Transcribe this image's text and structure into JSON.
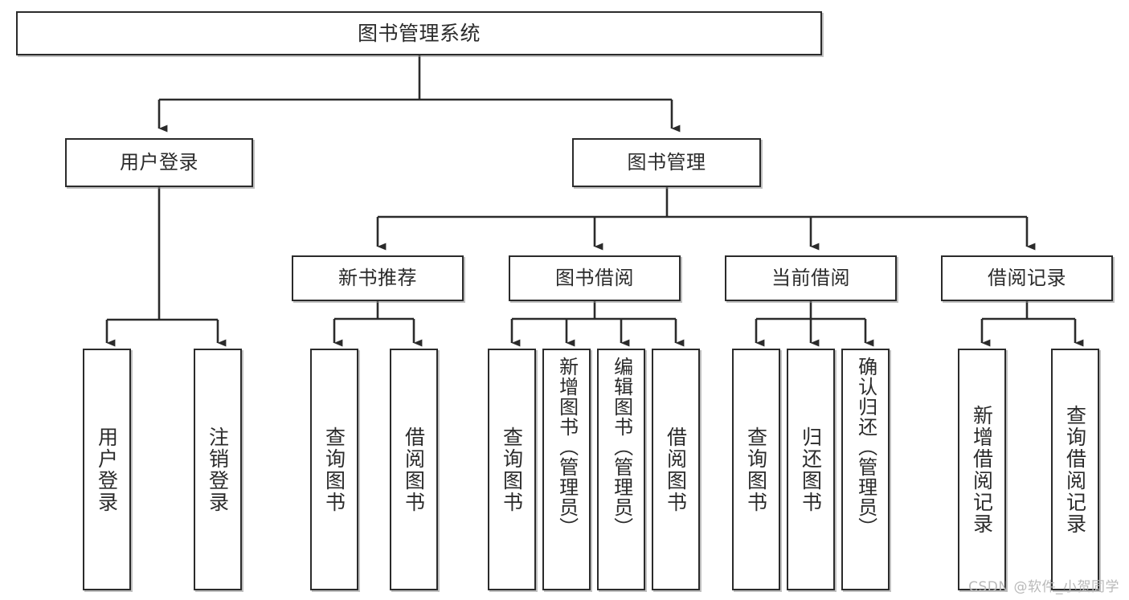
{
  "diagram": {
    "title": "图书管理系统",
    "type": "hierarchy-tree",
    "levels": 4,
    "colors": {
      "box_border": "#2b2b2b",
      "box_fill": "#ffffff",
      "connector": "#2b2b2b",
      "text": "#2b2b2b",
      "watermark": "#b9b9b9"
    },
    "root": {
      "label": "图书管理系统",
      "orientation": "horizontal"
    },
    "level2": [
      {
        "label": "用户登录",
        "orientation": "horizontal"
      },
      {
        "label": "图书管理",
        "orientation": "horizontal"
      }
    ],
    "level3": [
      {
        "label": "新书推荐",
        "orientation": "horizontal",
        "parent": "图书管理"
      },
      {
        "label": "图书借阅",
        "orientation": "horizontal",
        "parent": "图书管理"
      },
      {
        "label": "当前借阅",
        "orientation": "horizontal",
        "parent": "图书管理"
      },
      {
        "label": "借阅记录",
        "orientation": "horizontal",
        "parent": "图书管理"
      }
    ],
    "leaves": {
      "user_login": [
        {
          "label": "用户登录",
          "orientation": "vertical"
        },
        {
          "label": "注销登录",
          "orientation": "vertical"
        }
      ],
      "new_book_recommend": [
        {
          "label": "查询图书",
          "orientation": "vertical"
        },
        {
          "label": "借阅图书",
          "orientation": "vertical"
        }
      ],
      "book_borrow": [
        {
          "label": "查询图书",
          "orientation": "vertical"
        },
        {
          "label": "新增图书（管理员）",
          "orientation": "vertical"
        },
        {
          "label": "编辑图书（管理员）",
          "orientation": "vertical"
        },
        {
          "label": "借阅图书",
          "orientation": "vertical"
        }
      ],
      "current_borrow": [
        {
          "label": "查询图书",
          "orientation": "vertical"
        },
        {
          "label": "归还图书",
          "orientation": "vertical"
        },
        {
          "label": "确认归还（管理员）",
          "orientation": "vertical"
        }
      ],
      "borrow_record": [
        {
          "label": "新增借阅记录",
          "orientation": "vertical"
        },
        {
          "label": "查询借阅记录",
          "orientation": "vertical"
        }
      ]
    }
  },
  "watermark": {
    "text": "CSDN @软件_小贺同学"
  }
}
